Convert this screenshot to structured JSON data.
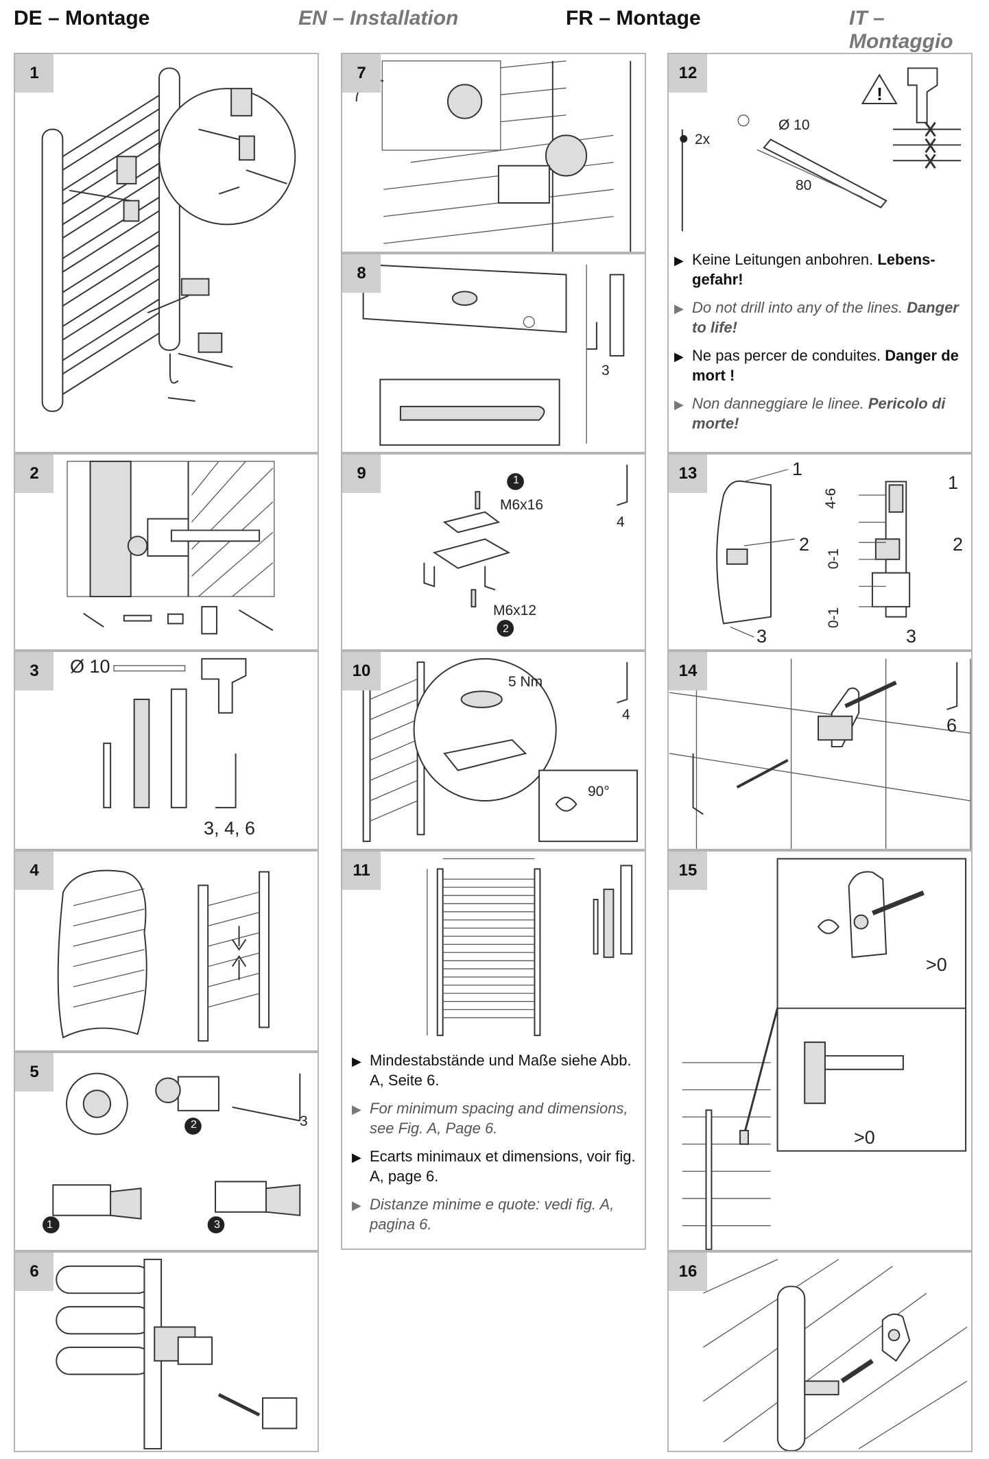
{
  "headers": {
    "de": "DE – Montage",
    "en": "EN – Installation",
    "fr": "FR – Montage",
    "it": "IT – Montaggio"
  },
  "steps": {
    "s1": "1",
    "s2": "2",
    "s3": "3",
    "s4": "4",
    "s5": "5",
    "s6": "6",
    "s7": "7",
    "s8": "8",
    "s9": "9",
    "s10": "10",
    "s11": "11",
    "s12": "12",
    "s13": "13",
    "s14": "14",
    "s15": "15",
    "s16": "16"
  },
  "labels": {
    "p3_drill": "Ø 10",
    "p3_keys": "3, 4, 6",
    "p5_key": "3",
    "p5_c1": "1",
    "p5_c2": "2",
    "p5_c3": "3",
    "p8_key": "3",
    "p9_screw1": "M6x16",
    "p9_screw2": "M6x12",
    "p9_key": "4",
    "p9_c1": "1",
    "p9_c2": "2",
    "p10_torque": "5 Nm",
    "p10_key": "4",
    "p10_angle": "90°",
    "p12_count": "2x",
    "p12_drill": "Ø 10",
    "p12_depth": "80",
    "p13_a1": "1",
    "p13_a2": "2",
    "p13_a3": "3",
    "p13_b1": "1",
    "p13_b2": "2",
    "p13_b3": "3",
    "p13_d1": "4-6",
    "p13_d2": "0-1",
    "p13_d3": "0-1",
    "p14_key": "6",
    "p15_gap1": ">0",
    "p15_gap2": ">0"
  },
  "notes12": {
    "de_a": "Keine Leitungen anbohren. ",
    "de_b": "Lebens-gefahr!",
    "en_a": "Do not drill into any of the lines. ",
    "en_b": "Danger to life!",
    "fr_a": "Ne pas percer de conduites. ",
    "fr_b": "Danger de mort !",
    "it_a": "Non danneggiare le linee. ",
    "it_b": "Pericolo di morte!"
  },
  "notes11": {
    "de": "Mindestabstände und Maße siehe Abb. A, Seite 6.",
    "en": "For minimum spacing and dimensions, see Fig. A, Page 6.",
    "fr": "Ecarts minimaux et dimensions, voir fig. A, page 6.",
    "it": "Distanze minime e quote: vedi fig. A, pagina 6."
  },
  "icons": [
    "warning-icon",
    "drill-icon",
    "eye-icon",
    "rotate-arrow-icon",
    "hex-key-icon",
    "bullet-triangle-icon"
  ]
}
